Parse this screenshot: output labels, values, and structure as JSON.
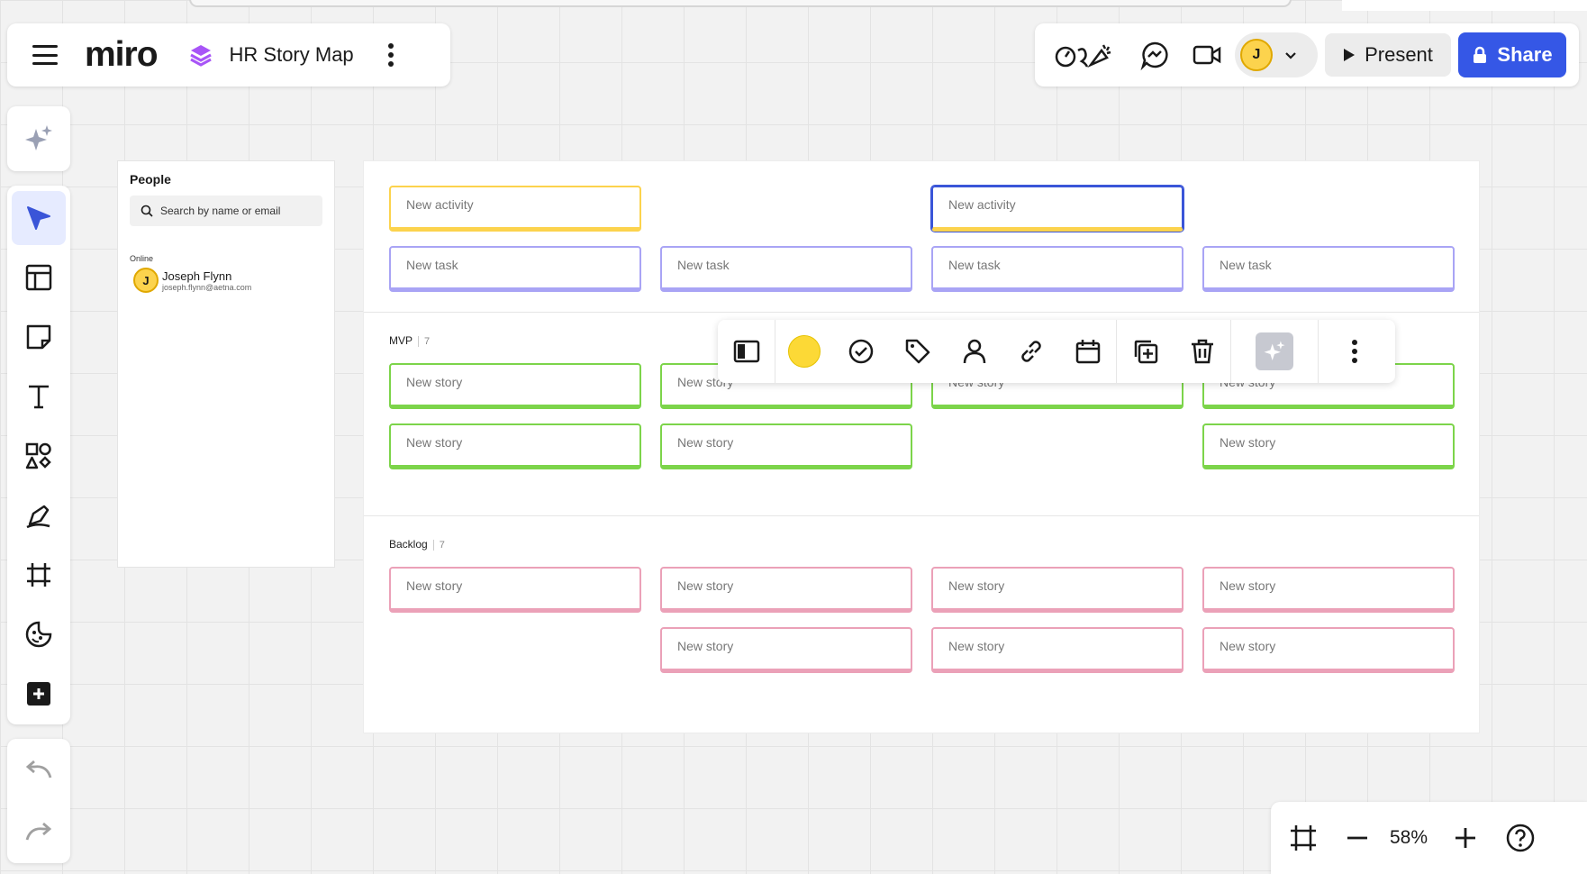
{
  "header": {
    "logo": "miro",
    "board_title": "HR Story Map"
  },
  "topbar_right": {
    "avatar_initial": "J",
    "present_label": "Present",
    "share_label": "Share"
  },
  "people_panel": {
    "title": "People",
    "search_placeholder": "Search by name or email",
    "online_label": "Online",
    "person": {
      "initial": "J",
      "name": "Joseph Flynn",
      "email": "joseph.flynn@aetna.com"
    }
  },
  "board": {
    "activities": [
      "New activity",
      "New activity"
    ],
    "tasks": [
      "New task",
      "New task",
      "New task",
      "New task"
    ],
    "mvp": {
      "label": "MVP",
      "count": "7",
      "row1": [
        "New story",
        "New story",
        "New story",
        "New story"
      ],
      "row2": [
        "New story",
        "New story",
        "New story"
      ]
    },
    "backlog": {
      "label": "Backlog",
      "count": "7",
      "row1": [
        "New story",
        "New story",
        "New story",
        "New story"
      ],
      "row2": [
        "New story",
        "New story",
        "New story"
      ]
    }
  },
  "context_toolbar": {
    "color": "#fcd936"
  },
  "zoom": {
    "level": "58%"
  },
  "colors": {
    "accent": "#3557e6",
    "activity_border": "#fcd34d",
    "task_border": "#a9a4f5",
    "mvp_border": "#7cd44a",
    "backlog_border": "#eba1b8"
  }
}
